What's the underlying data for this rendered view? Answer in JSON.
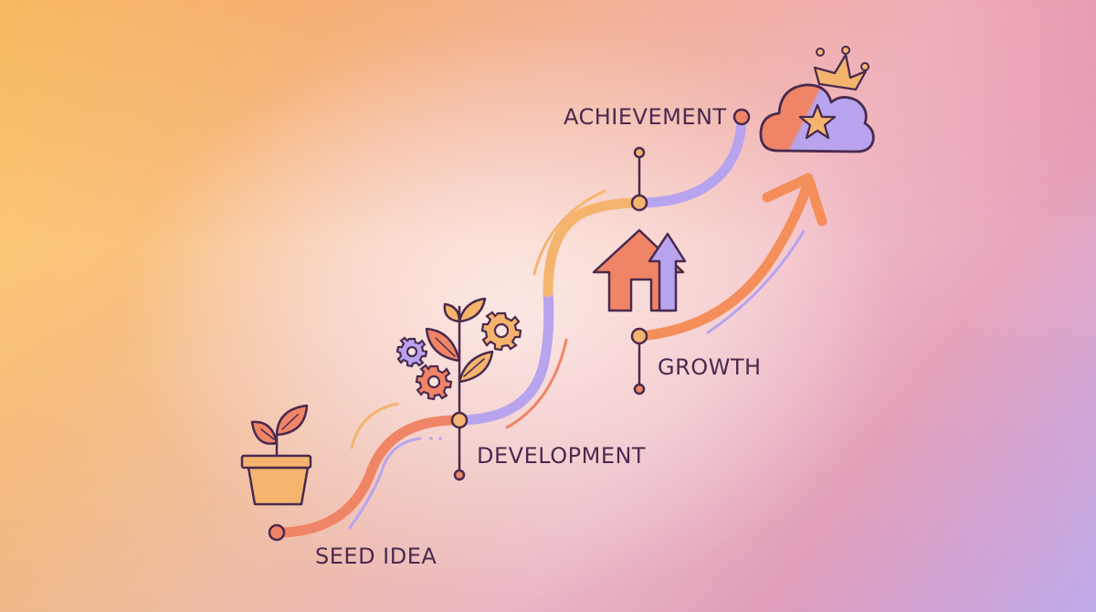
{
  "diagram": {
    "type": "growth-roadmap",
    "stages": [
      {
        "id": "seed",
        "label": "SEED IDEA",
        "icon": "potted-sprout-icon"
      },
      {
        "id": "development",
        "label": "DEVELOPMENT",
        "icon": "plant-with-gears-icon"
      },
      {
        "id": "growth",
        "label": "GROWTH",
        "icon": "house-with-up-arrow-icon"
      },
      {
        "id": "achievement",
        "label": "ACHIEVEMENT",
        "icon": "cloud-star-crown-icon"
      }
    ],
    "connector": {
      "style": "curved-path",
      "colors": {
        "coral": "#f08466",
        "peach": "#f5b46e",
        "lavender": "#b8a4ee",
        "arrow": "#f48e5a"
      }
    },
    "colors": {
      "outline": "#4a2a4e",
      "text": "#4a2a4e",
      "bg_top_left": "#fccd6a",
      "bg_top_right": "#e99aac",
      "bg_bottom_right": "#c6b6ee",
      "bg_center": "#fbe4e0"
    }
  }
}
